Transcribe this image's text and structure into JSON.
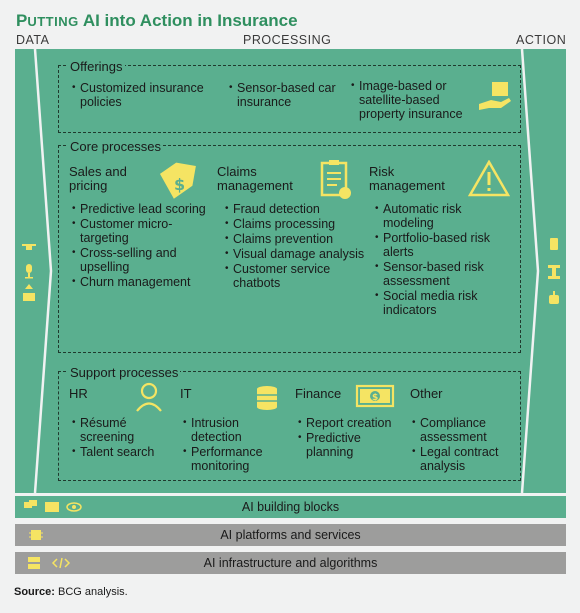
{
  "title": {
    "first": "P",
    "small": "UTTING",
    "rest": " AI into Action in Insurance"
  },
  "headers": {
    "data": "DATA",
    "processing": "PROCESSING",
    "action": "ACTION"
  },
  "offerings": {
    "label": "Offerings",
    "items": [
      "Customized insurance policies",
      "Sensor-based car insurance",
      "Image-based or satellite-based property insurance"
    ]
  },
  "core": {
    "label": "Core processes",
    "sales": {
      "title": "Sales and pricing",
      "items": [
        "Predictive lead scoring",
        "Customer micro-targeting",
        "Cross-selling and upselling",
        "Churn management"
      ]
    },
    "claims": {
      "title": "Claims management",
      "items": [
        "Fraud detection",
        "Claims processing",
        "Claims prevention",
        "Visual damage analysis",
        "Customer service chatbots"
      ]
    },
    "risk": {
      "title": "Risk management",
      "items": [
        "Automatic risk modeling",
        "Portfolio-based risk alerts",
        "Sensor-based risk assessment",
        "Social media risk indicators"
      ]
    }
  },
  "support": {
    "label": "Support processes",
    "hr": {
      "title": "HR",
      "items": [
        "Résumé screening",
        "Talent search"
      ]
    },
    "it": {
      "title": "IT",
      "items": [
        "Intrusion detection",
        "Performance monitoring"
      ]
    },
    "finance": {
      "title": "Finance",
      "items": [
        "Report creation",
        "Predictive planning"
      ]
    },
    "other": {
      "title": "Other",
      "items": [
        "Compliance assessment",
        "Legal contract analysis"
      ]
    }
  },
  "bars": {
    "building_blocks": "AI building blocks",
    "platforms": "AI platforms and services",
    "infrastructure": "AI infrastructure and algorithms"
  },
  "source": {
    "label": "Source:",
    "text": " BCG analysis."
  },
  "colors": {
    "panel": "#5aaf8f",
    "icon_yellow": "#f5e463",
    "title_green": "#2f8f5f",
    "bar_gray": "#9d9d9c"
  }
}
